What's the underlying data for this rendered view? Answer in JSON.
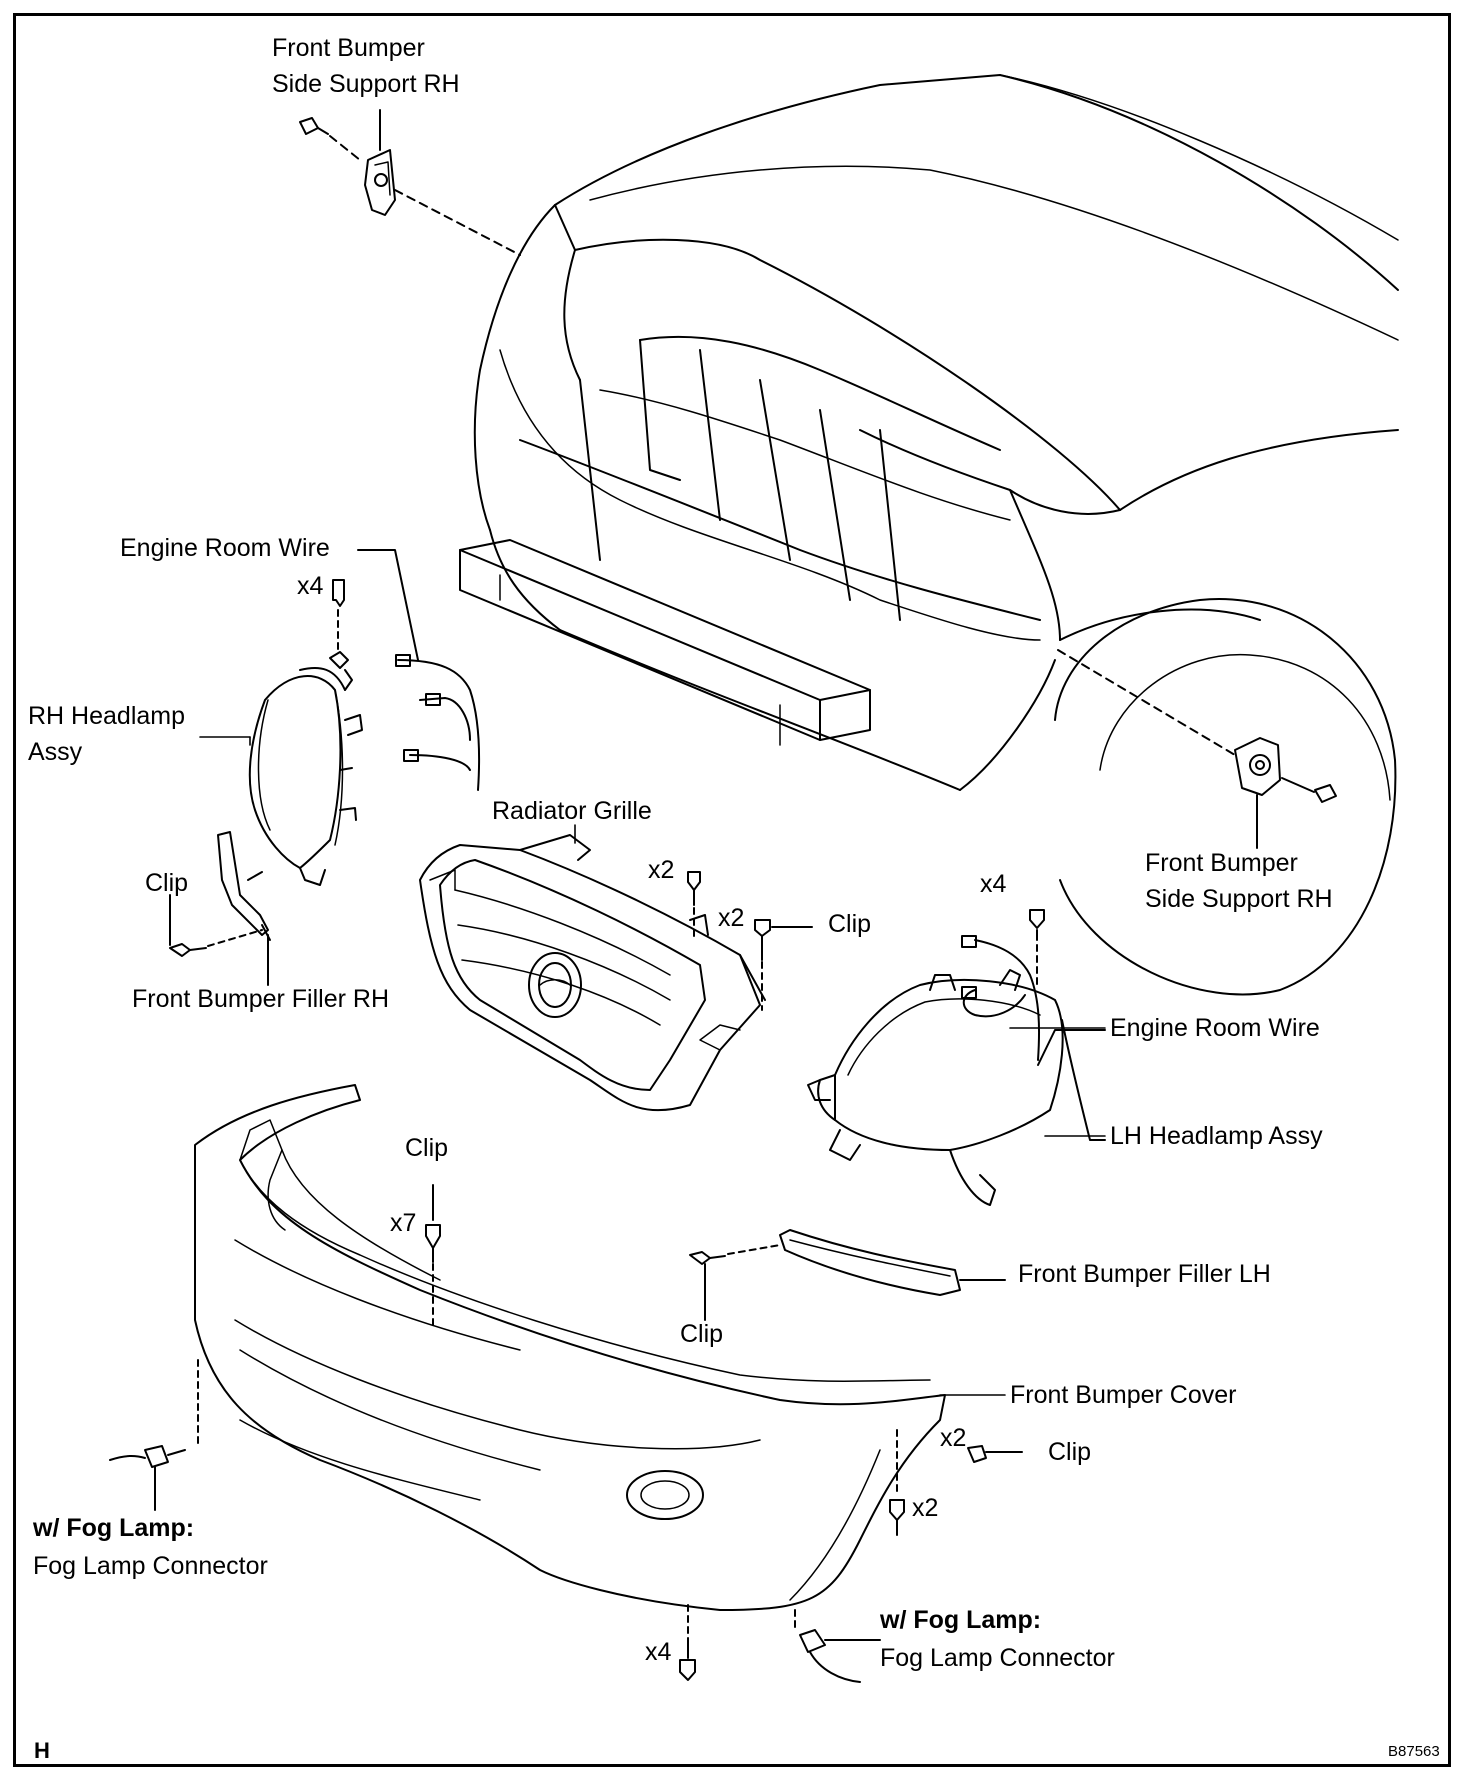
{
  "labels": {
    "side_support_rh_top": [
      "Front Bumper",
      "Side Support RH"
    ],
    "side_support_rh_right": [
      "Front Bumper",
      "Side Support RH"
    ],
    "engine_room_wire_left": "Engine Room Wire",
    "engine_room_wire_right": "Engine Room Wire",
    "rh_headlamp": [
      "RH Headlamp",
      "Assy"
    ],
    "lh_headlamp": "LH Headlamp Assy",
    "radiator_grille": "Radiator Grille",
    "clip": "Clip",
    "front_bumper_filler_rh": "Front Bumper Filler RH",
    "front_bumper_filler_lh": "Front Bumper Filler LH",
    "front_bumper_cover": "Front Bumper Cover",
    "fog_lamp_condition": "w/ Fog Lamp:",
    "fog_lamp_connector": "Fog Lamp Connector",
    "qty_x4": "x4",
    "qty_x2": "x2",
    "qty_x7": "x7"
  },
  "corner_letter": "H",
  "figure_code": "B87563"
}
